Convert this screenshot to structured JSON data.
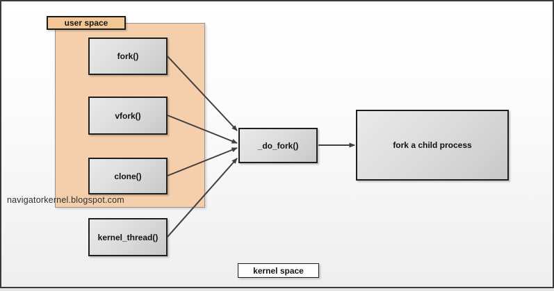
{
  "diagram": {
    "watermark": "navigatorkernel.blogspot.com",
    "regions": {
      "user_space": {
        "label": "user space"
      },
      "kernel_space": {
        "label": "kernel space"
      }
    },
    "nodes": {
      "fork": {
        "label": "fork()"
      },
      "vfork": {
        "label": "vfork()"
      },
      "clone": {
        "label": "clone()"
      },
      "kernel_thread": {
        "label": "kernel_thread()"
      },
      "do_fork": {
        "label": "_do_fork()"
      },
      "fork_child": {
        "label": "fork a child process"
      }
    },
    "edges": [
      {
        "from": "fork",
        "to": "do_fork"
      },
      {
        "from": "vfork",
        "to": "do_fork"
      },
      {
        "from": "clone",
        "to": "do_fork"
      },
      {
        "from": "kernel_thread",
        "to": "do_fork"
      },
      {
        "from": "do_fork",
        "to": "fork_child"
      }
    ],
    "colors": {
      "user_space_fill": "#f5cfab",
      "user_space_label_fill": "#f3c795",
      "node_fill": "#d9d9d9",
      "node_border": "#1e1e1e",
      "arrow": "#3f3f3f",
      "frame_border": "#3a3a3a",
      "canvas_background": "#fcfcfc"
    }
  }
}
